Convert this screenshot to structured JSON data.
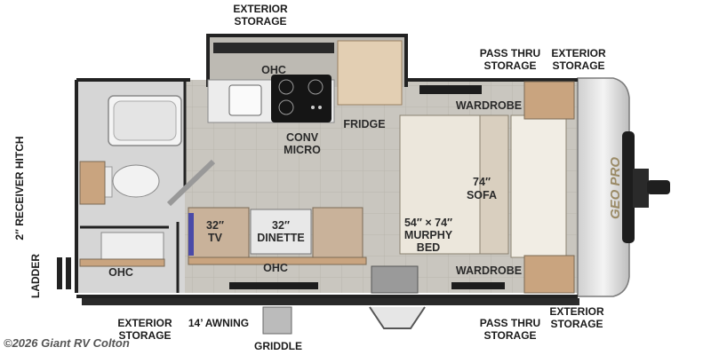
{
  "labels": {
    "exterior_storage_top": "EXTERIOR\nSTORAGE",
    "ohc_kitchen": "OHC",
    "pass_thru_storage_top": "PASS THRU\nSTORAGE",
    "exterior_storage_top_right": "EXTERIOR\nSTORAGE",
    "wardrobe_top": "WARDROBE",
    "fridge": "FRIDGE",
    "conv_micro": "CONV\nMICRO",
    "sofa_size": "74″",
    "sofa": "SOFA",
    "receiver_hitch": "2″ RECEIVER HITCH",
    "tv": "32″\nTV",
    "dinette": "32″\nDINETTE",
    "murphy_bed": "54″ × 74″\nMURPHY\nBED",
    "ladder": "LADDER",
    "ohc_bath": "OHC",
    "ohc_dinette": "OHC",
    "wardrobe_bottom": "WARDROBE",
    "exterior_storage_bottom": "EXTERIOR\nSTORAGE",
    "awning": "14’ AWNING",
    "pass_thru_storage_bottom": "PASS THRU\nSTORAGE",
    "exterior_storage_bottom_right": "EXTERIOR\nSTORAGE",
    "griddle": "GRIDDLE"
  },
  "cap_logo": "GEO PRO",
  "copyright": "©2026 Giant RV Colton",
  "colors": {
    "wall": "#222222",
    "floor": "#c9c6bf",
    "wood": "#c9a47f",
    "light_wood": "#e3cfb3",
    "cushion": "#ece7dc",
    "bath_floor": "#d9d9d9",
    "cap": "#e4e4e4"
  }
}
